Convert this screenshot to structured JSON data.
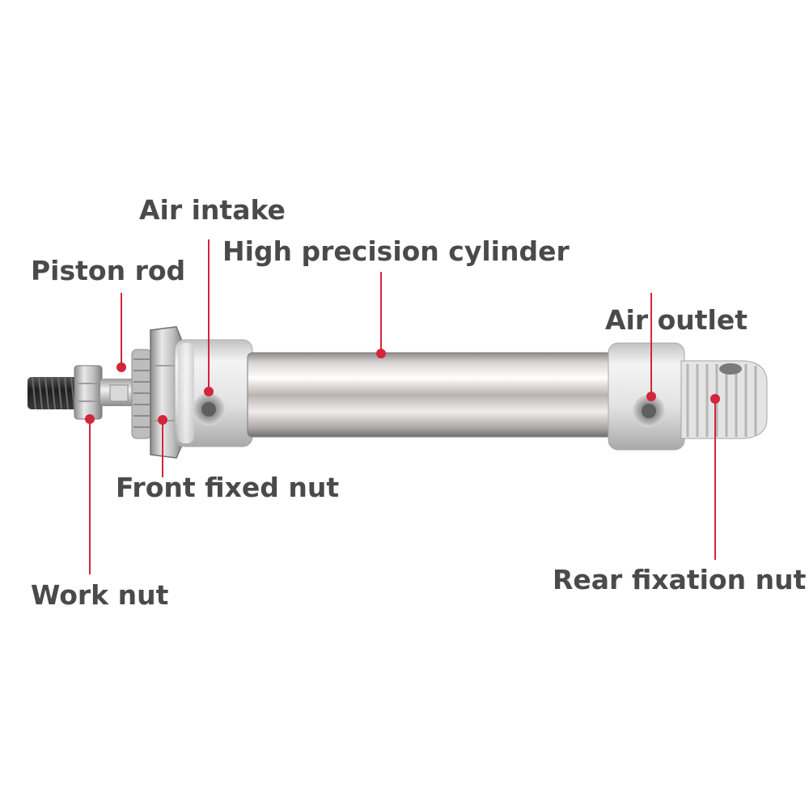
{
  "labels": {
    "air_intake": "Air intake",
    "high_precision_cylinder": "High precision cylinder",
    "piston_rod": "Piston rod",
    "air_outlet": "Air outlet",
    "front_fixed_nut": "Front fixed nut",
    "rear_fixation_nut": "Rear fixation nut",
    "work_nut": "Work nut"
  },
  "colors": {
    "label_text": "#4a4a4a",
    "callout": "#d2263c",
    "aluminum": "#e3e3e3",
    "steel_tube": "#c9c5c3",
    "thread": "#2b2b2b"
  },
  "icons": {
    "callout_marker": "red-dot-icon"
  }
}
